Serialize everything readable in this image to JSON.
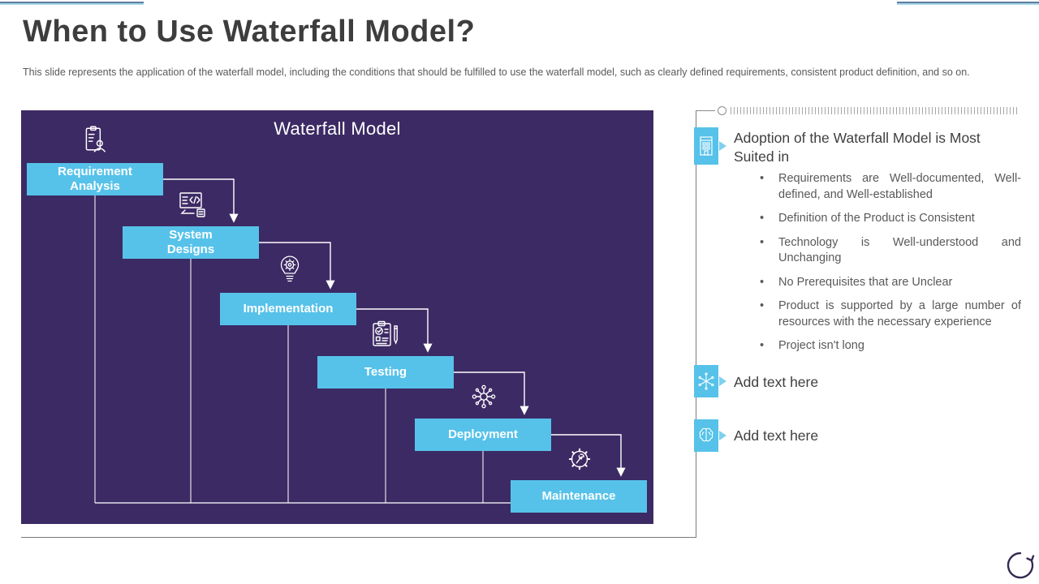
{
  "page": {
    "title": "When to Use Waterfall Model?",
    "subtitle": "This slide represents the application of the waterfall model, including the conditions that should be fulfilled to use the waterfall model, such as clearly defined requirements, consistent product definition, and so on."
  },
  "diagram": {
    "title": "Waterfall Model",
    "stages": [
      {
        "label": "Requirement\nAnalysis",
        "icon": "clipboard-person-icon"
      },
      {
        "label": "System\nDesigns",
        "icon": "monitor-code-icon"
      },
      {
        "label": "Implementation",
        "icon": "lightbulb-gear-icon"
      },
      {
        "label": "Testing",
        "icon": "clipboard-check-icon"
      },
      {
        "label": "Deployment",
        "icon": "network-hub-icon"
      },
      {
        "label": "Maintenance",
        "icon": "gear-wrench-icon"
      }
    ],
    "colors": {
      "panel_bg": "#3C2A64",
      "box_fill": "#56C2E9",
      "box_text": "#FFFFFF",
      "connector": "#FFFFFF"
    }
  },
  "sidebar": {
    "accent_color": "#56C2E9",
    "sections": [
      {
        "icon": "building-icon",
        "heading": "Adoption of the Waterfall Model is Most Suited in",
        "bullets": [
          "Requirements are Well-documented, Well-defined, and Well-established",
          "Definition of the Product is Consistent",
          "Technology is Well-understood and Unchanging",
          "No Prerequisites that are Unclear",
          "Product is supported by a large number of resources with the necessary experience",
          "Project isn't long"
        ]
      },
      {
        "icon": "snowflake-icon",
        "heading": "Add text here",
        "bullets": []
      },
      {
        "icon": "brain-icon",
        "heading": "Add text here",
        "bullets": []
      }
    ]
  },
  "footer": {
    "icon": "circular-arrow-icon"
  }
}
